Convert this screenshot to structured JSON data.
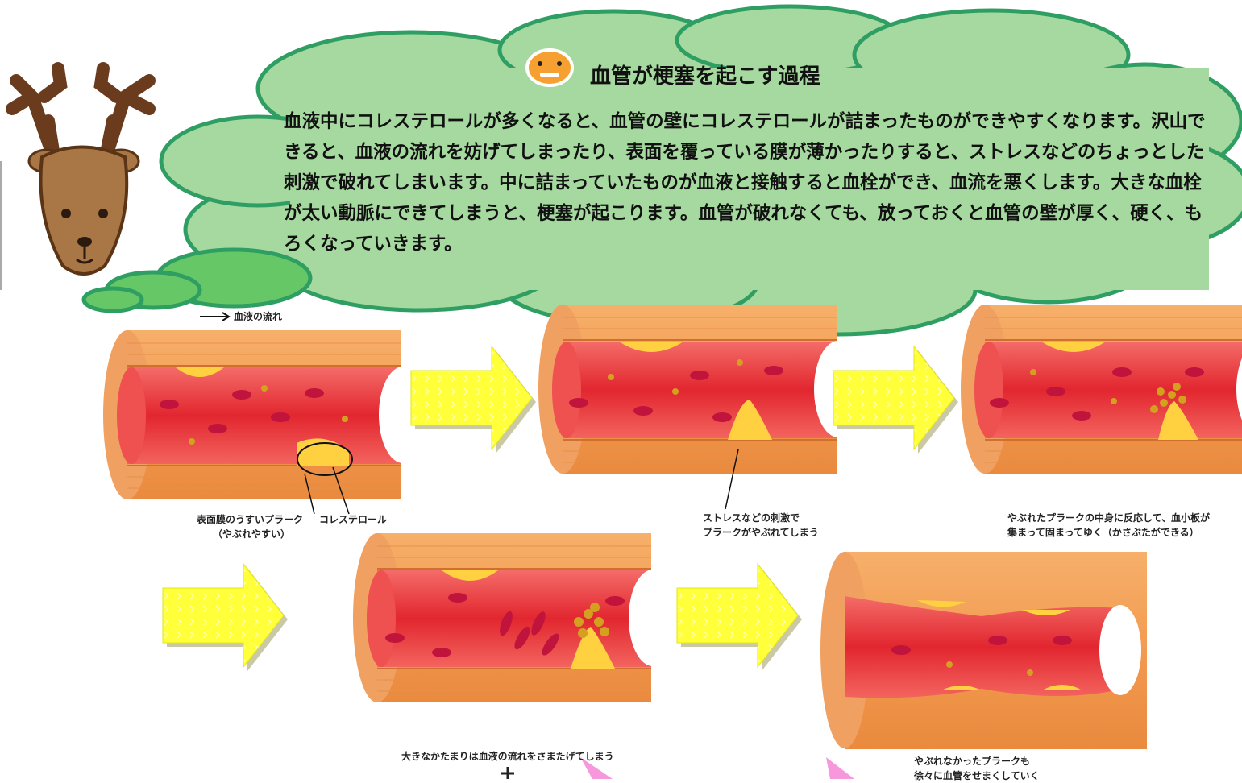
{
  "bubble": {
    "title": "血管が梗塞を起こす過程",
    "body": "血液中にコレステロールが多くなると、血管の壁にコレステロールが詰まったものができやすくなります。沢山できると、血液の流れを妨げてしまったり、表面を覆っている膜が薄かったりすると、ストレスなどのちょっとした刺激で破れてしまいます。中に詰まっていたものが血液と接触すると血栓ができ、血流を悪くします。大きな血栓が太い動脈にできてしまうと、梗塞が起こります。血管が破れなくても、放っておくと血管の壁が厚く、硬く、もろくなっていきます。"
  },
  "legend": {
    "flow_label": "血液の流れ"
  },
  "captions": {
    "p1_left_1": "表面膜のうすいプラーク",
    "p1_left_2": "（やぶれやすい）",
    "p1_right": "コレステロール",
    "p2_1": "ストレスなどの刺激で",
    "p2_2": "プラークがやぶれてしまう",
    "p3_1": "やぶれたプラークの中身に反応して、血小板が",
    "p3_2": "集まって固まってゆく（かさぶたができる）",
    "p4": "大きなかたまりは血液の流れをさまたげてしまう",
    "p5_1": "やぶれなかったプラークも",
    "p5_2": "徐々に血管をせまくしていく"
  },
  "icons": [
    "deer-icon",
    "face-icon",
    "arrow-right-icon"
  ],
  "colors": {
    "cloud_fill": "#a6d99f",
    "cloud_stroke": "#2f9e63",
    "vessel_outer": "#f0a060",
    "blood": "#e8323c",
    "plaque": "#ffd040",
    "arrow_fill": "#ffff33",
    "deer": "#a87745"
  }
}
